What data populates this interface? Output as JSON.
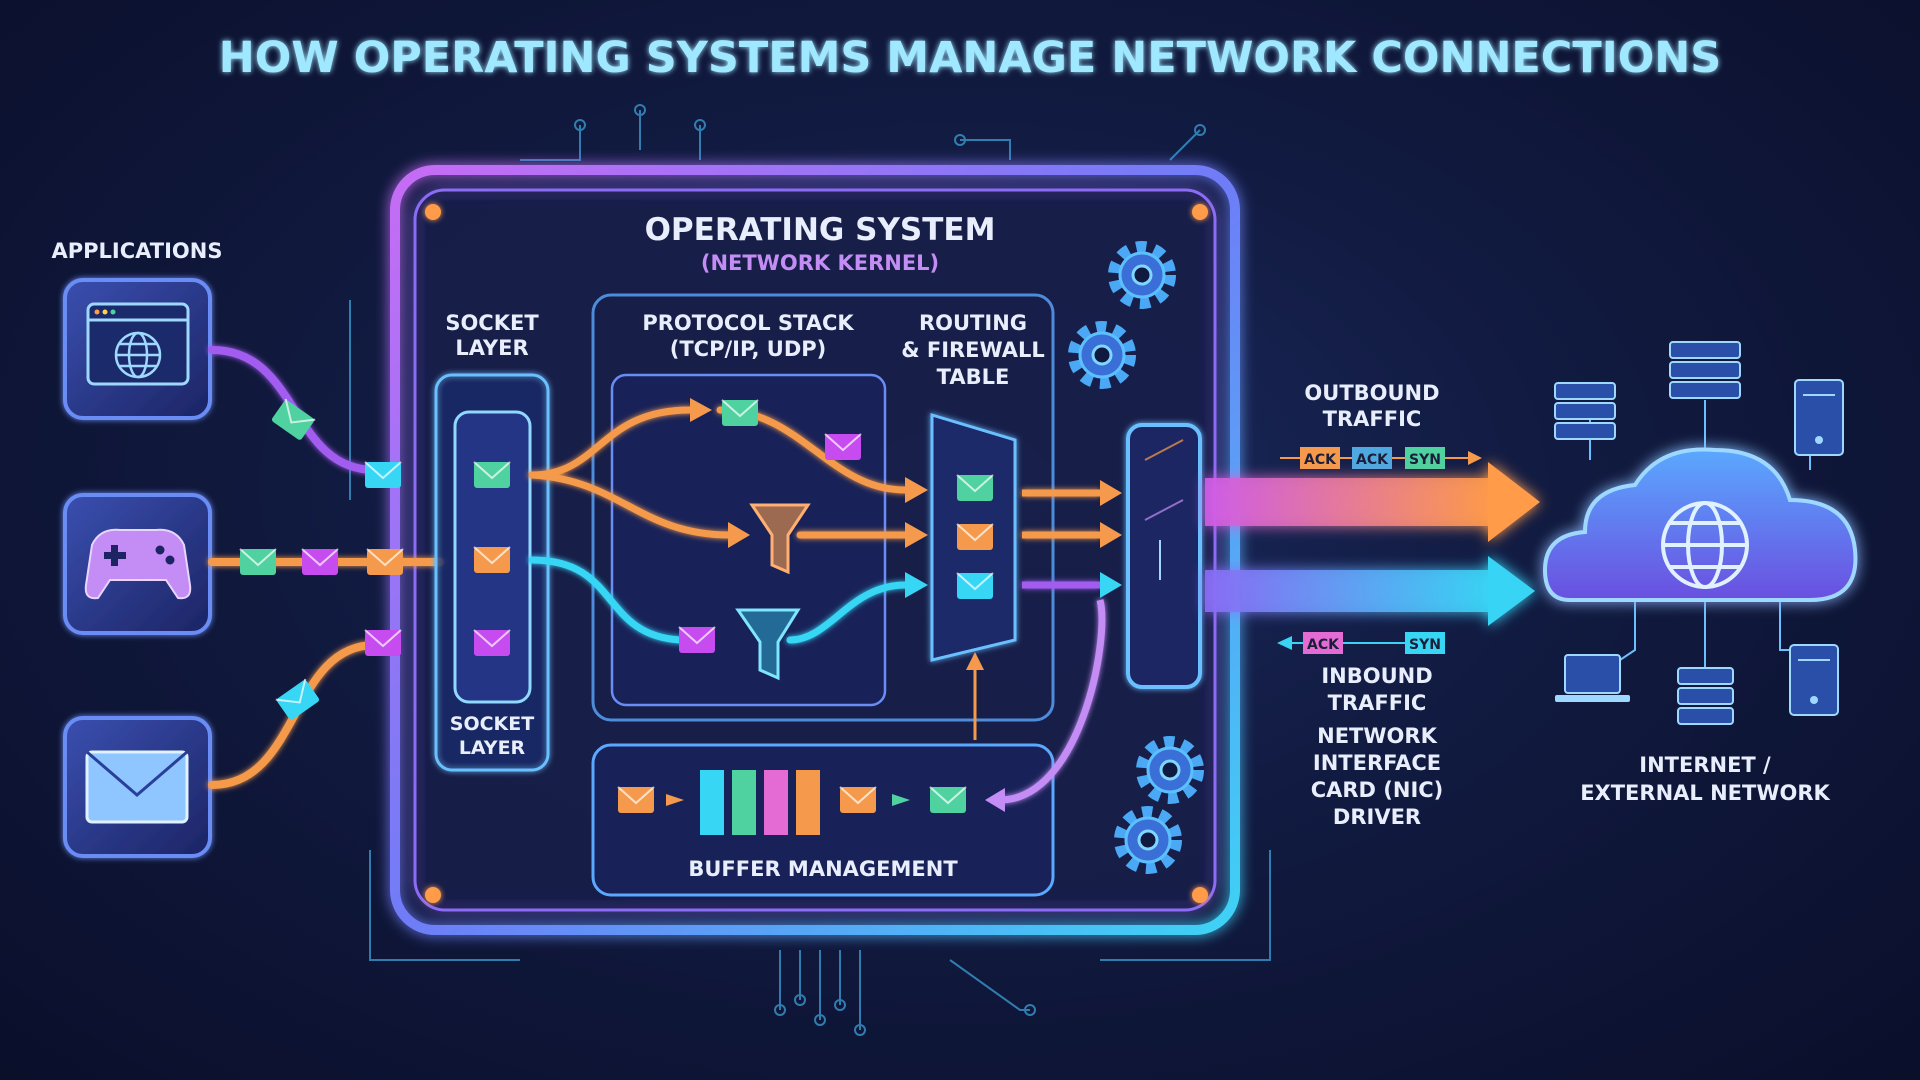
{
  "title": "HOW OPERATING SYSTEMS MANAGE NETWORK CONNECTIONS",
  "applications": {
    "label": "APPLICATIONS",
    "items": [
      "browser-icon",
      "gamepad-icon",
      "mail-icon"
    ]
  },
  "os": {
    "title": "OPERATING SYSTEM",
    "subtitle": "(NETWORK KERNEL)"
  },
  "socket_layer": {
    "top_label": [
      "SOCKET",
      "LAYER"
    ],
    "bottom_label": [
      "SOCKET",
      "LAYER"
    ]
  },
  "protocol_stack": {
    "label": [
      "PROTOCOL STACK",
      "(TCP/IP, UDP)"
    ]
  },
  "routing": {
    "label": [
      "ROUTING",
      "& FIREWALL",
      "TABLE"
    ]
  },
  "buffer": {
    "label": "BUFFER MANAGEMENT"
  },
  "outbound": {
    "label": [
      "OUTBOUND",
      "TRAFFIC"
    ],
    "flags": [
      "ACK",
      "ACK",
      "SYN"
    ]
  },
  "inbound": {
    "label": [
      "INBOUND",
      "TRAFFIC"
    ],
    "flags": [
      "ACK",
      "SYN"
    ]
  },
  "nic": {
    "label": [
      "NETWORK",
      "INTERFACE",
      "CARD (NIC)",
      "DRIVER"
    ]
  },
  "internet": {
    "label": [
      "INTERNET /",
      "EXTERNAL NETWORK"
    ]
  },
  "colors": {
    "background": "#0e1636",
    "cyan": "#38d6f5",
    "purple": "#a35cf0",
    "orange": "#f59a4c",
    "green": "#4fd1a0",
    "pink": "#e36bd3",
    "title": "#9fe8ff"
  }
}
